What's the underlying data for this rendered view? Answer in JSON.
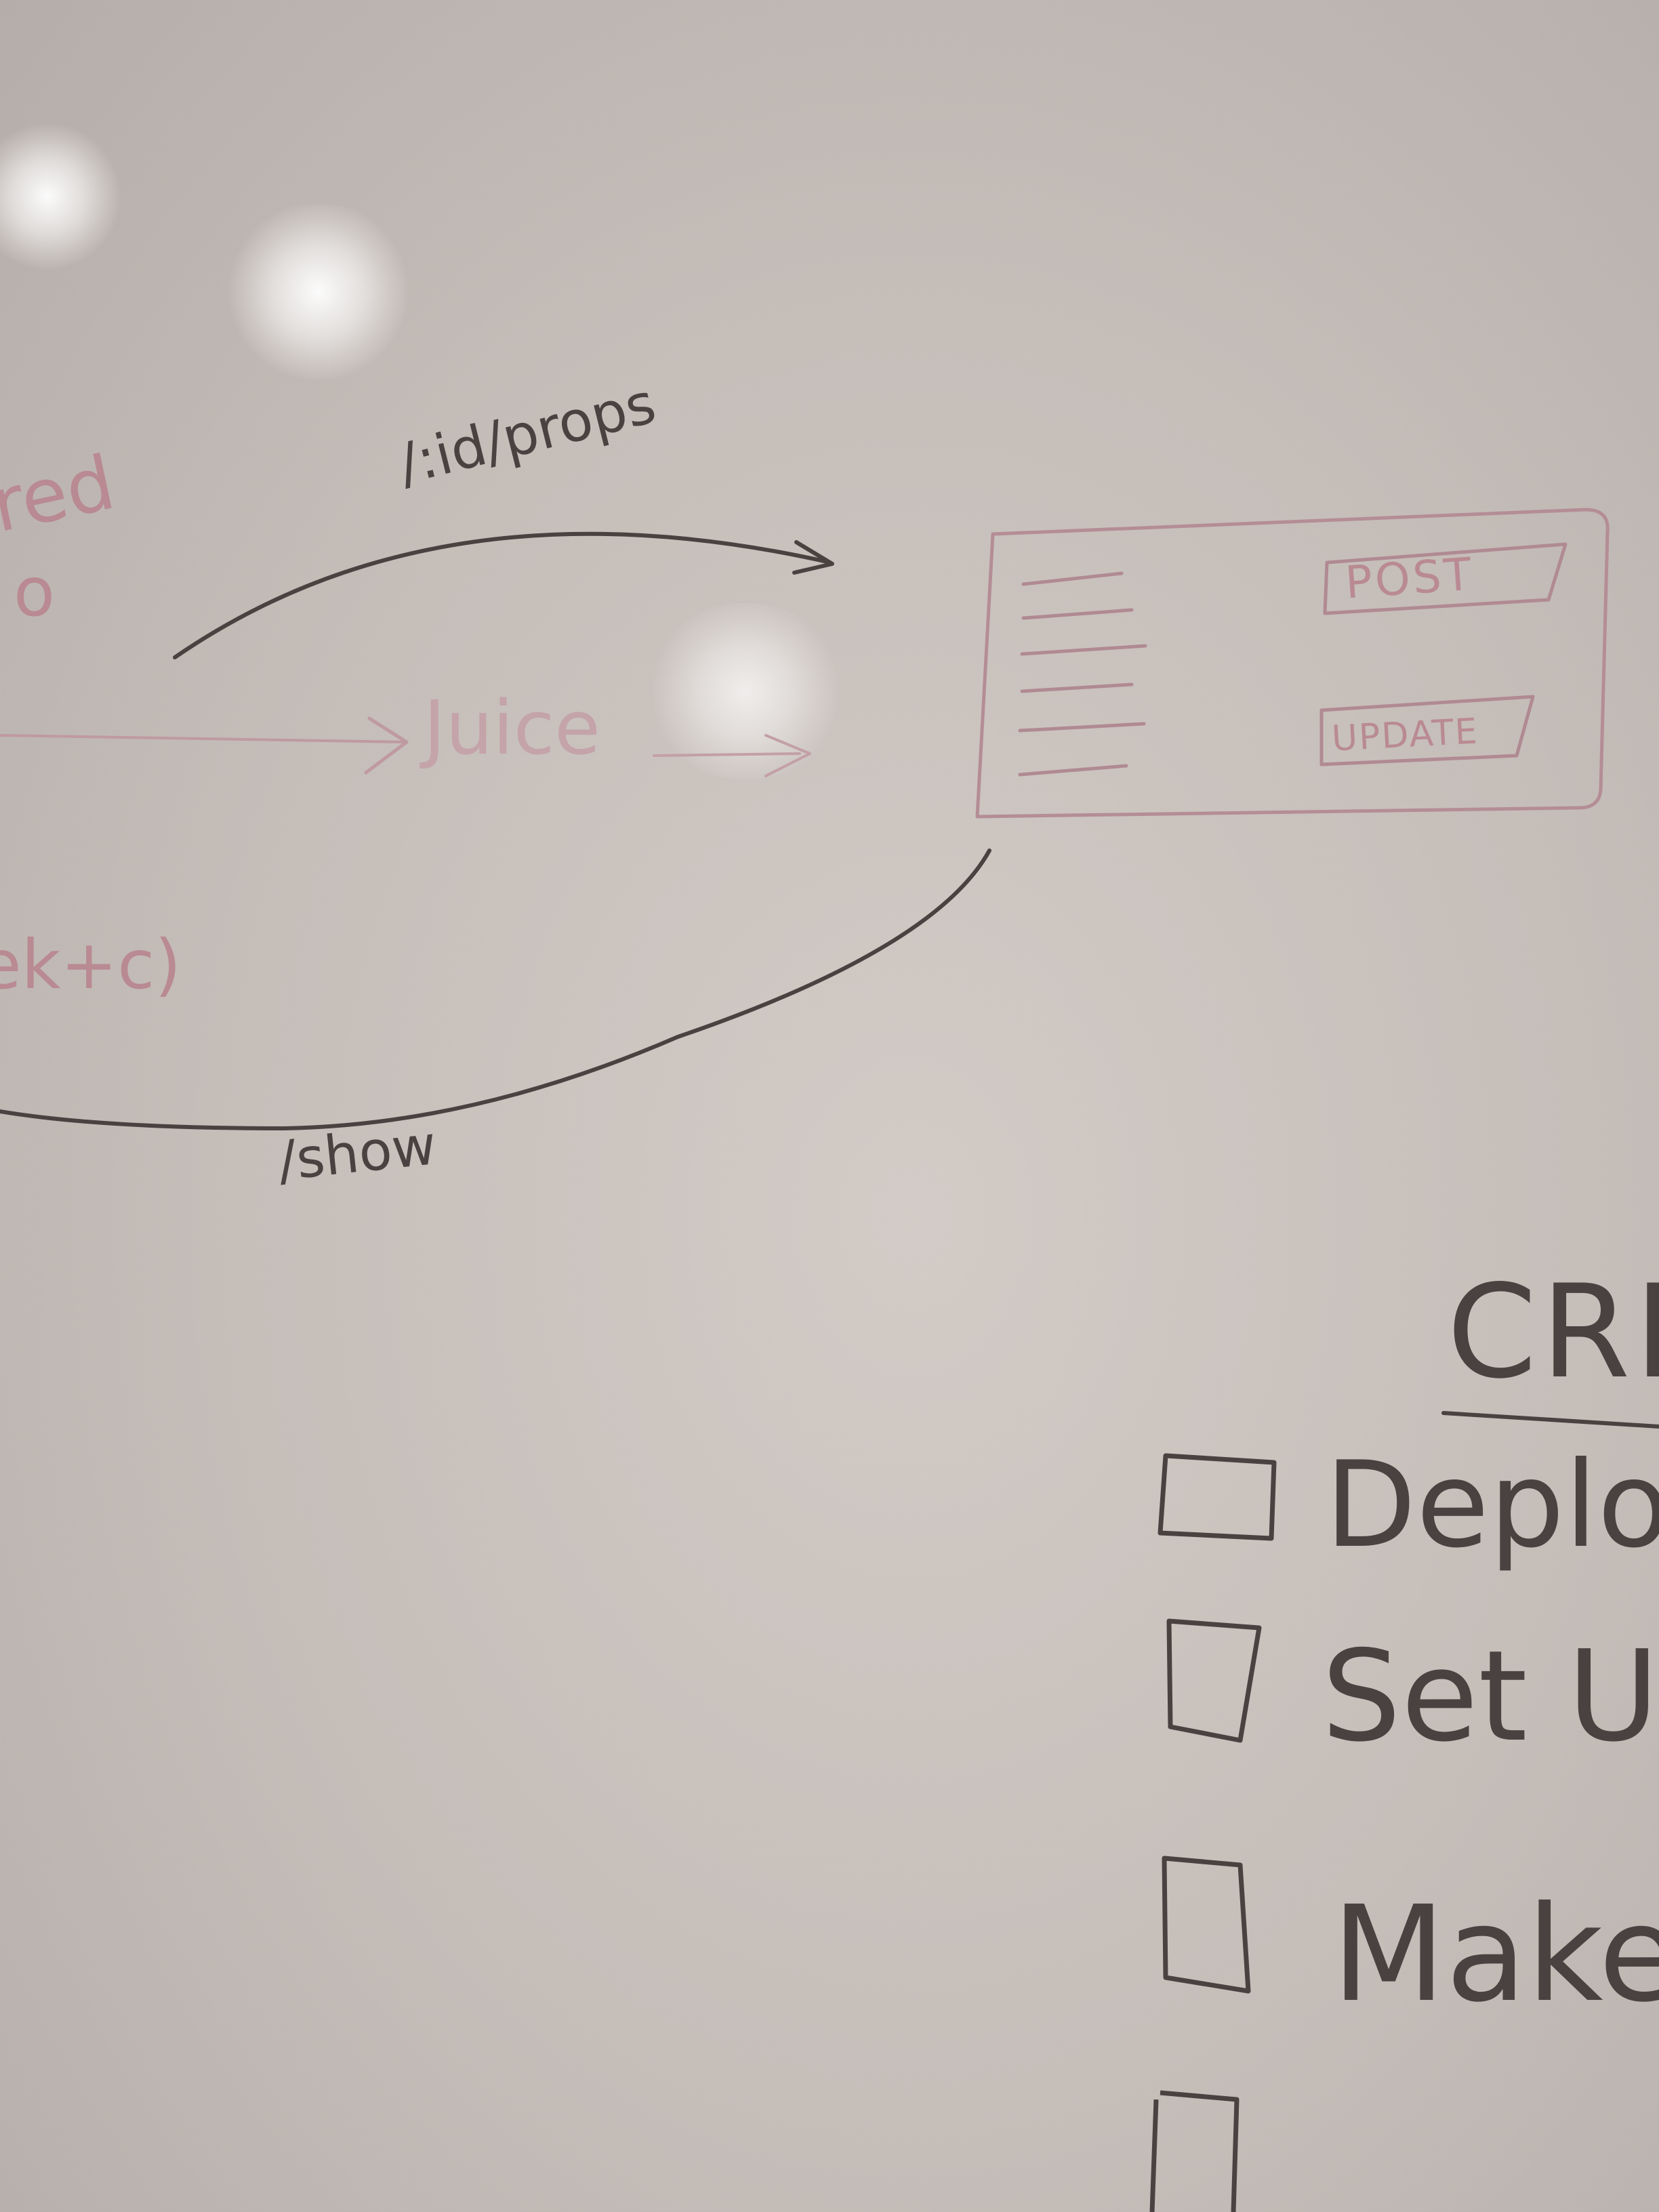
{
  "whiteboard": {
    "diagram": {
      "left_cut_text_top": "red",
      "left_cut_text_top2": "o",
      "left_cut_text_bottom": "ek+c)",
      "top_route_label": "/:id/props",
      "middle_label": "Juice",
      "bottom_route_label": "/show",
      "form_sketch": {
        "post_button_label": "POST",
        "update_button_label": "UPDATE"
      }
    },
    "checklist": {
      "heading": "CRE",
      "items": [
        {
          "text": "Deplo",
          "checked": false
        },
        {
          "text": "Set Up",
          "checked": false
        },
        {
          "text": "Make",
          "checked": false
        },
        {
          "text": "",
          "checked": false
        }
      ]
    },
    "colors": {
      "dark_marker": "#4a4240",
      "pink_marker": "#b98a92",
      "board": "#c9c2bd"
    }
  }
}
